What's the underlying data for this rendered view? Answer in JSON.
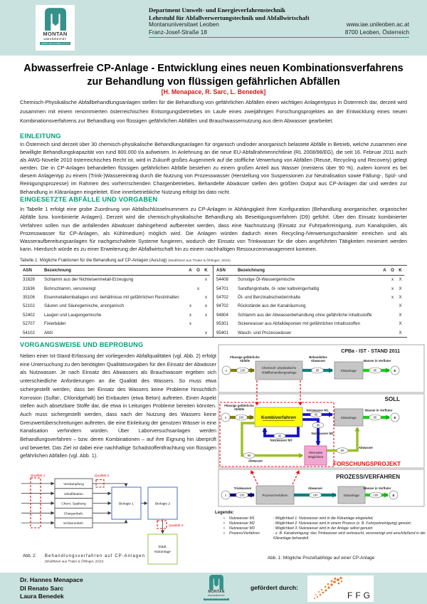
{
  "colors": {
    "strip_background": "#c9e2df",
    "brand_teal": "#35918a",
    "heading_green": "#00a078",
    "accent_red": "#d81717",
    "diagram_red": "#e81010",
    "diagram_yellow": "#ffff00",
    "diagram_pink": "#f3a6d2",
    "diagram_gray": "#c6c6c6",
    "flow_olive": "#7f7f00",
    "flow_teal": "#0e7f7f",
    "flow_green": "#1ecc1e",
    "flow_blue": "#1515cc",
    "flow_navy": "#000080",
    "flow_yellow_green": "#9cc222",
    "ffg_orange": "#e87722"
  },
  "header": {
    "dept_line1": "Department Umwelt- und Energieverfahrenstechnik",
    "dept_line2": "Lehrstuhl für Abfallverwertungstechnik und Abfallwirtschaft",
    "org": "Montanuniversitaet Leoben",
    "street": "Franz-Josef-Straße 18",
    "web": "www.iae.unileoben.ac.at",
    "city": "8700 Leoben, Österreich",
    "logo": {
      "name": "MONTAN",
      "subtitle": "UNIVERSITÄT",
      "url": "WWW.UNILEOBEN.AC.AT"
    }
  },
  "title": {
    "line1": "Abwasserfreie CP-Anlage - Entwicklung eines neuen Kombinationsverfahrens",
    "line2": "zur Behandlung von flüssigen gefährlichen Abfällen",
    "authors": "[H. Menapace, R. Sarc, L. Benedek]"
  },
  "abstract": "Chemisch-Physikalische Abfallbehandlungsanlagen stellen für die Behandlung von gefährlichen Abfällen einen wichtigen Anlagentypus in Österreich dar, derzeit wird zusammen mit einem renommierten österreichischen Entsorgungsbetriebes im Laufe eines zweijährigen Forschungsprojektes an der Entwicklung eines neuen Kombinationsverfahrens zur Behandlung von flüssigen gefährlichen Abfällen und Brauchwassernutzung aus dem Abwasser gearbeitet.",
  "sections": {
    "einleitung": {
      "heading": "EINLEITUNG",
      "text": "In Österreich sind derzeit über 30 chemisch-physikalische Behandlungsanlagen für organisch und/oder anorganisch belastete Abfälle in Betrieb, welche zusammen eine bewilligte Behandlungskapazität von rund 800.000 t/a aufweisen. In Anlehnung an die neue EU-Abfallrahmenrichtlinie (RL 2008/98/EG), die seit 16. Februar 2011 auch als AWG-Novelle 2010 österreichisches Recht ist, wird in Zukunft großes Augenmerk auf die stoffliche Verwertung von Abfällen (Reuse, Recycling und Recovery) gelegt werden. Die in CP-Anlagen behandelten flüssigen gefährlichen Abfälle bestehen zu einem großen Anteil aus Wasser (meistens über 90 %), zudem kommt es bei diesem Anlagentyp zu einem (Trink-)Wassereintrag durch die Nutzung von Prozesswasser (Herstellung von Suspensionen zur Neutralisation sowie Fällung-, Spül- und Reinigungsprozesse) im Rahmen des vorherrschenden Chargenbetriebes. Behandelte Abwässer stellen den größten Output aus CP-Anlagen dar und werden zur Behandlung in Kläranlagen eingeleitet. Eine innerbetriebliche Nutzung erfolgt bis dato nicht."
    },
    "abfaelle": {
      "heading": "EINGESETZTE ABFÄLLE UND VORGABEN",
      "text": "In Tabelle 1 erfolgt eine grobe Zuordnung von Abfallschlüsselnummern zu CP-Anlagen in Abhängigkeit ihrer Konfiguration (Behandlung anorganischer, organischer Abfälle bzw. kombinierte Anlagen). Derzeit wird die chemisch-physikalische Behandlung als Beseitigungsverfahren (D9) geführt. Über den Einsatz kombinierter Verfahren sollen nun die anfallenden Abwässer dahingehend aufbereitet werden, dass eine Nachnutzung (Einsatz zur Fuhrparkreinigung, zum Kanalspülen, als Prozesswasser für CP-Anlagen, als Kühlmedium) möglich wird. Die Anlagen würden dadurch einen Recycling-/Verwertungscharakter erreichen und als Wasseraufbereitungsanlagen für nachgeschaltete Systeme fungieren, wodurch der Einsatz von Trinkwasser für die oben angeführten Tätigkeiten minimiert werden kann. Hierdurch würde es zu einer Erweiterung der Abfallwirtschaft hin zu einem nachhaltigen Ressourcenmanagement kommen."
    },
    "vorgangsweise": {
      "heading": "VORGANGSWEISE UND BEPROBUNG",
      "text": "Neben einer Ist-Stand-Erfassung der vorliegenden Abfallqualitäten (vgl. Abb. 2) erfolgt eine Untersuchung zu den benötigten Qualitätsvorgaben für den Einsatz der Abwässer als Nutzwasser. Je nach Einsatz des Abwassers als Brauchwasser ergeben sich unterschiedliche Anforderungen an die Qualität des Wassers. So muss etwa sichergestellt werden, dass bei Einsatz des Wassers keine Probleme hinsichtlich Korrosion (Sulfat-, Chloridgehalt) bei Einbauten (etwa Beton) auftreten. Einen Aspekt stellen auch absetzbare Stoffe dar, die etwa in Leitungen Probleme bereiten könnten. Auch muss sichergestellt werden, dass nach der Nutzung des Wassers keine Grenzwertüberschreitungen auftreten, die eine Einleitung der genutzen Wässer in eine Kanalisation verhindern würden. Über Laborversuchsanlagen werden Behandlungsverfahren – bzw. deren Kombinationen – auf ihre Eignung hin überprüft und bewertet. Das Ziel ist dabei eine nachhaltige Schadstoffentfrachtung von flüssigen gefährlichen Abfällen (vgl. Abb. 1)."
    }
  },
  "table1": {
    "caption": "Tabelle 1: Mögliche Fraktionen für die Behandlung auf CP-Anlagen (Auszug)",
    "caption_note": "(Modifiziert aus Thaler & Öhlinger, 2010)",
    "headers": {
      "asn": "ASN",
      "name": "Bezeichnung",
      "a": "A",
      "o": "O",
      "k": "K"
    },
    "left_rows": [
      {
        "asn": "31626",
        "name": "Schlamm aus der Nichteisenmetall-Erzeugung",
        "a": "",
        "o": "",
        "k": "x"
      },
      {
        "asn": "31636",
        "name": "Bohrschlamm, verunreinigt",
        "a": "",
        "o": "x",
        "k": ""
      },
      {
        "asn": "35106",
        "name": "Eisenmetallemballagen und -behältnisse mit gefährlichen Restinhalten",
        "a": "",
        "o": "",
        "k": "x"
      },
      {
        "asn": "52102",
        "name": "Säuren und Säuregemische, anorganisch",
        "a": "x",
        "o": "",
        "k": "x"
      },
      {
        "asn": "52402",
        "name": "Laugen und Laugengemische",
        "a": "x",
        "o": "",
        "k": "x"
      },
      {
        "asn": "52707",
        "name": "Fixierbäder",
        "a": "x",
        "o": "",
        "k": ""
      },
      {
        "asn": "54102",
        "name": "Altöl",
        "a": "",
        "o": "",
        "k": "x"
      }
    ],
    "right_rows": [
      {
        "asn": "54408",
        "name": "Sonstige Öl-Wassergemische",
        "a": "",
        "o": "x",
        "k": "X"
      },
      {
        "asn": "54701",
        "name": "Sandfanginhalte, öl- oder kaltreinigerhaltig",
        "a": "",
        "o": "x",
        "k": "X"
      },
      {
        "asn": "54702",
        "name": "Öl- und Benzinabscheiderinhalte",
        "a": "",
        "o": "x",
        "k": "X"
      },
      {
        "asn": "94702",
        "name": "Rückstände aus der Kanalräumung",
        "a": "",
        "o": "",
        "k": "X"
      },
      {
        "asn": "94804",
        "name": "Schlamm aus der Abwasserbehandlung ohne gefährliche Inhaltsstoffe",
        "a": "",
        "o": "",
        "k": "X"
      },
      {
        "asn": "95301",
        "name": "Sickerwasser aus Abfalldeponien mit gefährlichen Inhaltsstoffen",
        "a": "",
        "o": "",
        "k": "X"
      },
      {
        "asn": "95401",
        "name": "Wasch- und Prozesswässer",
        "a": "",
        "o": "",
        "k": "X"
      }
    ]
  },
  "fig2": {
    "quality1": "Qualität 1",
    "quality2": "Qualität 2",
    "quality3": "Qualität 3",
    "box1": "Verdampfung",
    "box2": "Ultrafiltration",
    "box3": "Chem. Spaltung",
    "box4": "Chargenbeh.",
    "box5": "Schlammbeh.",
    "bio1": "Biologie 1",
    "bio2": "Biologie 2",
    "plant_line1": "Städt.",
    "plant_line2": "Kläranlage",
    "caption_label": "Abb. 2:",
    "caption_text": "Behandlungsverfahren auf CP-Anlagen",
    "caption_note": "(Modifiziert aus Thaler & Öhlinger, 2010)"
  },
  "fig1": {
    "panels": {
      "ist": {
        "title": "CPBa - IST - STAND 2011",
        "source": "I",
        "sink": "E",
        "in_label1": "Flüssige gefährliche",
        "in_label2": "Abfälle",
        "in_value": "100",
        "box1_line1": "Chemisch- physikalische",
        "box1_line2": "Abfallbehandlungsanlage",
        "mid_label1": "Behandeltes",
        "mid_label2": "Abwasser",
        "mid_value": "95",
        "box2": "Kläranlage",
        "out_label": "Wasser in Vorfluter",
        "out_value": "95"
      },
      "soll": {
        "title": "SOLL",
        "source": "I",
        "sink": "E",
        "in_label1": "Flüssige gefährliche",
        "in_label2": "Abfälle",
        "in_value": "100",
        "kombi": "Kombiverfahren",
        "m1_label": "Nutzwasser M1",
        "m1_value": "95",
        "m2_label": "Nutzwasser M2",
        "m2_value": "95",
        "m3_label": "Nutzwasser M3",
        "m3_value": "95",
        "klaeranlage": "Kläranlage",
        "out_label": "Wasser in Vorfluter",
        "out_value": "95",
        "alt_line1": "Alternative",
        "alt_line2": "Möglichkeit",
        "abwasser_left_value": "90",
        "abwasser_left_label": "Abwasser",
        "abwasser_right_value": "90",
        "abwasser_right_label": "Abwasser",
        "project": "FORSCHUNGSPROJEKT"
      },
      "prozess": {
        "title": "PROZESS/VERFAHREN",
        "source": "I",
        "sink": "E",
        "in_label": "Trinkwasser",
        "in_value": "100",
        "box1": "Prozess/Verfahren",
        "mid_label": "Abwasser",
        "mid_value": "100",
        "box2": "Kläranlage",
        "out_label": "Wasser in Vorfluter",
        "out_value": "100"
      }
    },
    "legend": {
      "heading": "Legende:",
      "items": [
        {
          "term": "Nutzwasser M1",
          "def": ": Möglichkeit 1: Nutzwasser wird in die Kläranlage eingeleitet;"
        },
        {
          "term": "Nutzwasser M2",
          "def": ": Möglichkeit 2: Nutzwasser wird in einem Prozess (z. B. Fuhrparkreinigung) genutzt;"
        },
        {
          "term": "Nutzwasser M3",
          "def": ": Möglichkeit 3: Nutzwasser wird in der Anlage selbst genutzt"
        },
        {
          "term": "Prozess/Verfahren",
          "def": ": z. B. Kanalreinigung: das Trinkwasser wird verbraucht, verunreinigt und anschließend in der Kläranlage behandelt"
        }
      ]
    },
    "caption": "Abb. 1: Mögliche Prozeßabfolge auf einer CP-Anlage"
  },
  "footer": {
    "author1": "Dr. Hannes Menapace",
    "author2": "DI Renato Sarc",
    "author3": "Laura Benedek",
    "funded_by": "gefördert durch:",
    "ffg_text": "FFG"
  }
}
